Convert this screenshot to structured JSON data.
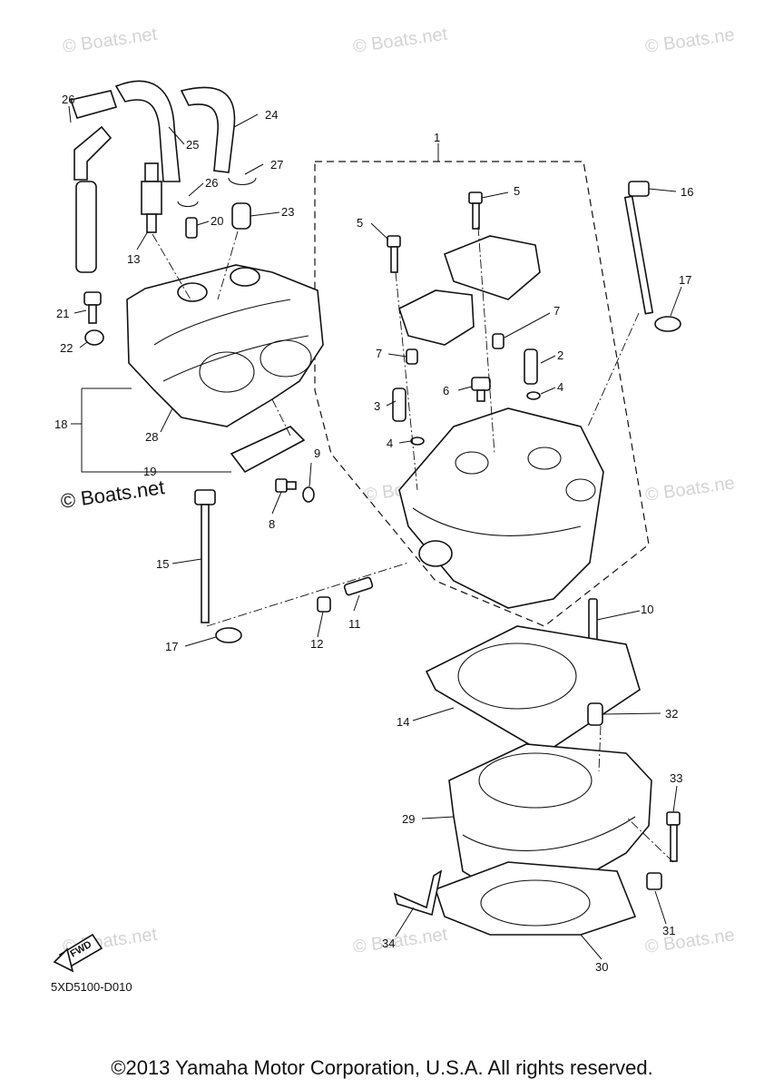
{
  "watermarks": [
    "© Boats.net",
    "© Boats.net",
    "© Boats.ne",
    "© Boats.net",
    "© Boats.ne",
    "© Boats.net",
    "© Boats.net",
    "© Boats.ne"
  ],
  "watermark_main": "© Boats.net",
  "fwd_label": "FWD",
  "diagram_code": "5XD5100-D010",
  "copyright": "©2013 Yamaha Motor Corporation, U.S.A. All rights reserved.",
  "callouts": [
    "1",
    "2",
    "3",
    "4",
    "4",
    "5",
    "5",
    "6",
    "7",
    "7",
    "8",
    "9",
    "10",
    "11",
    "12",
    "13",
    "14",
    "15",
    "16",
    "17",
    "17",
    "18",
    "19",
    "20",
    "21",
    "22",
    "23",
    "24",
    "25",
    "26",
    "26",
    "27",
    "28",
    "29",
    "30",
    "31",
    "32",
    "33",
    "34"
  ]
}
